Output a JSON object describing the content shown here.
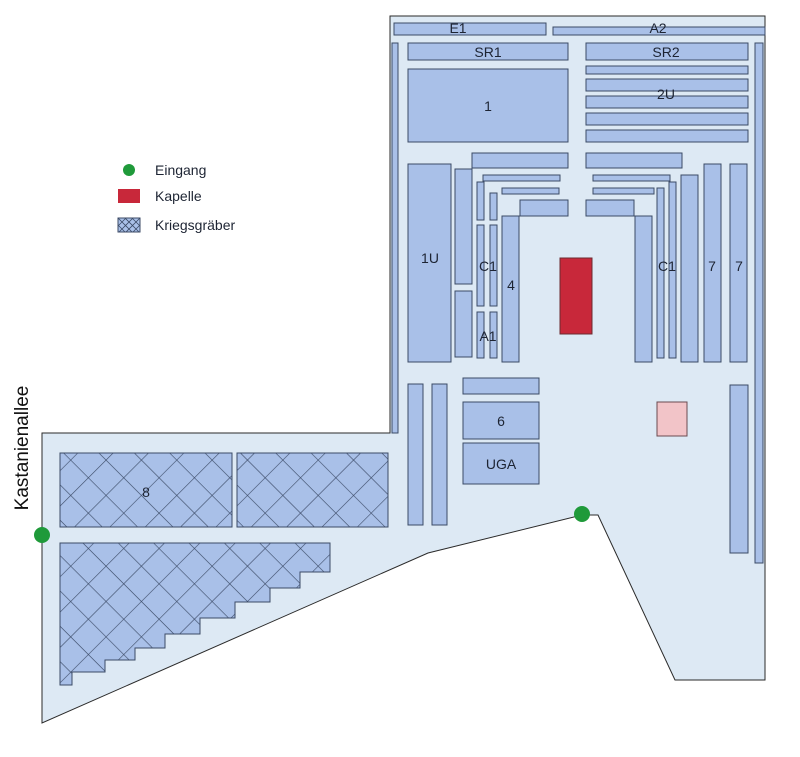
{
  "map": {
    "street_label": "Kastanienallee",
    "legend": [
      {
        "label": "Eingang",
        "icon": "entrance-dot-icon",
        "color": "#1f9a3a"
      },
      {
        "label": "Kapelle",
        "icon": "chapel-swatch-icon",
        "color": "#c8283a"
      },
      {
        "label": "Kriegsgräber",
        "icon": "war-graves-hatch-icon",
        "color": "#a9c0e8"
      }
    ],
    "fields": {
      "e1": "E1",
      "a2": "A2",
      "sr1": "SR1",
      "sr2": "SR2",
      "f1": "1",
      "f2u": "2U",
      "f1u": "1U",
      "c1_left": "C1",
      "c1_right": "C1",
      "f4": "4",
      "a1": "A1",
      "f7a": "7",
      "f7b": "7",
      "f6": "6",
      "uga": "UGA",
      "f8": "8"
    },
    "colors": {
      "ground": "#dde9f4",
      "plot": "#a9c0e8",
      "chapel": "#c8283a",
      "pink": "#f2c4c8",
      "entrance": "#1f9a3a"
    }
  }
}
